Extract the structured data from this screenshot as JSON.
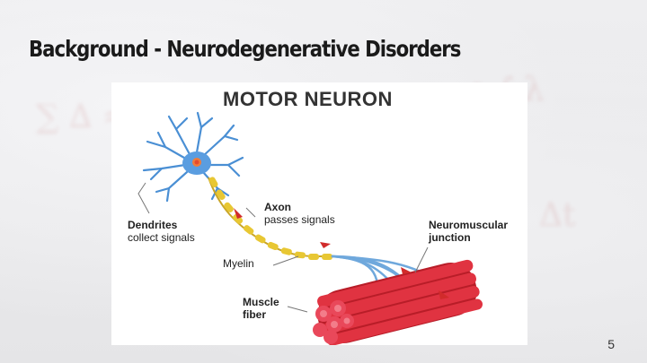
{
  "slide": {
    "title": "Background - Neurodegenerative Disorders",
    "page_number": "5"
  },
  "figure": {
    "title": "MOTOR NEURON",
    "labels": {
      "dendrites": "Dendrites",
      "dendrites_desc": "collect signals",
      "axon": "Axon",
      "axon_desc": "passes signals",
      "neuromuscular_1": "Neuromuscular",
      "neuromuscular_2": "junction",
      "myelin": "Myelin",
      "muscle": "Muscle",
      "fiber": "fiber"
    }
  },
  "colors": {
    "neuron_blue": "#4a8fd4",
    "myelin_yellow": "#e8c733",
    "muscle_red": "#d92a35",
    "arrow_red": "#d12b2b"
  }
}
